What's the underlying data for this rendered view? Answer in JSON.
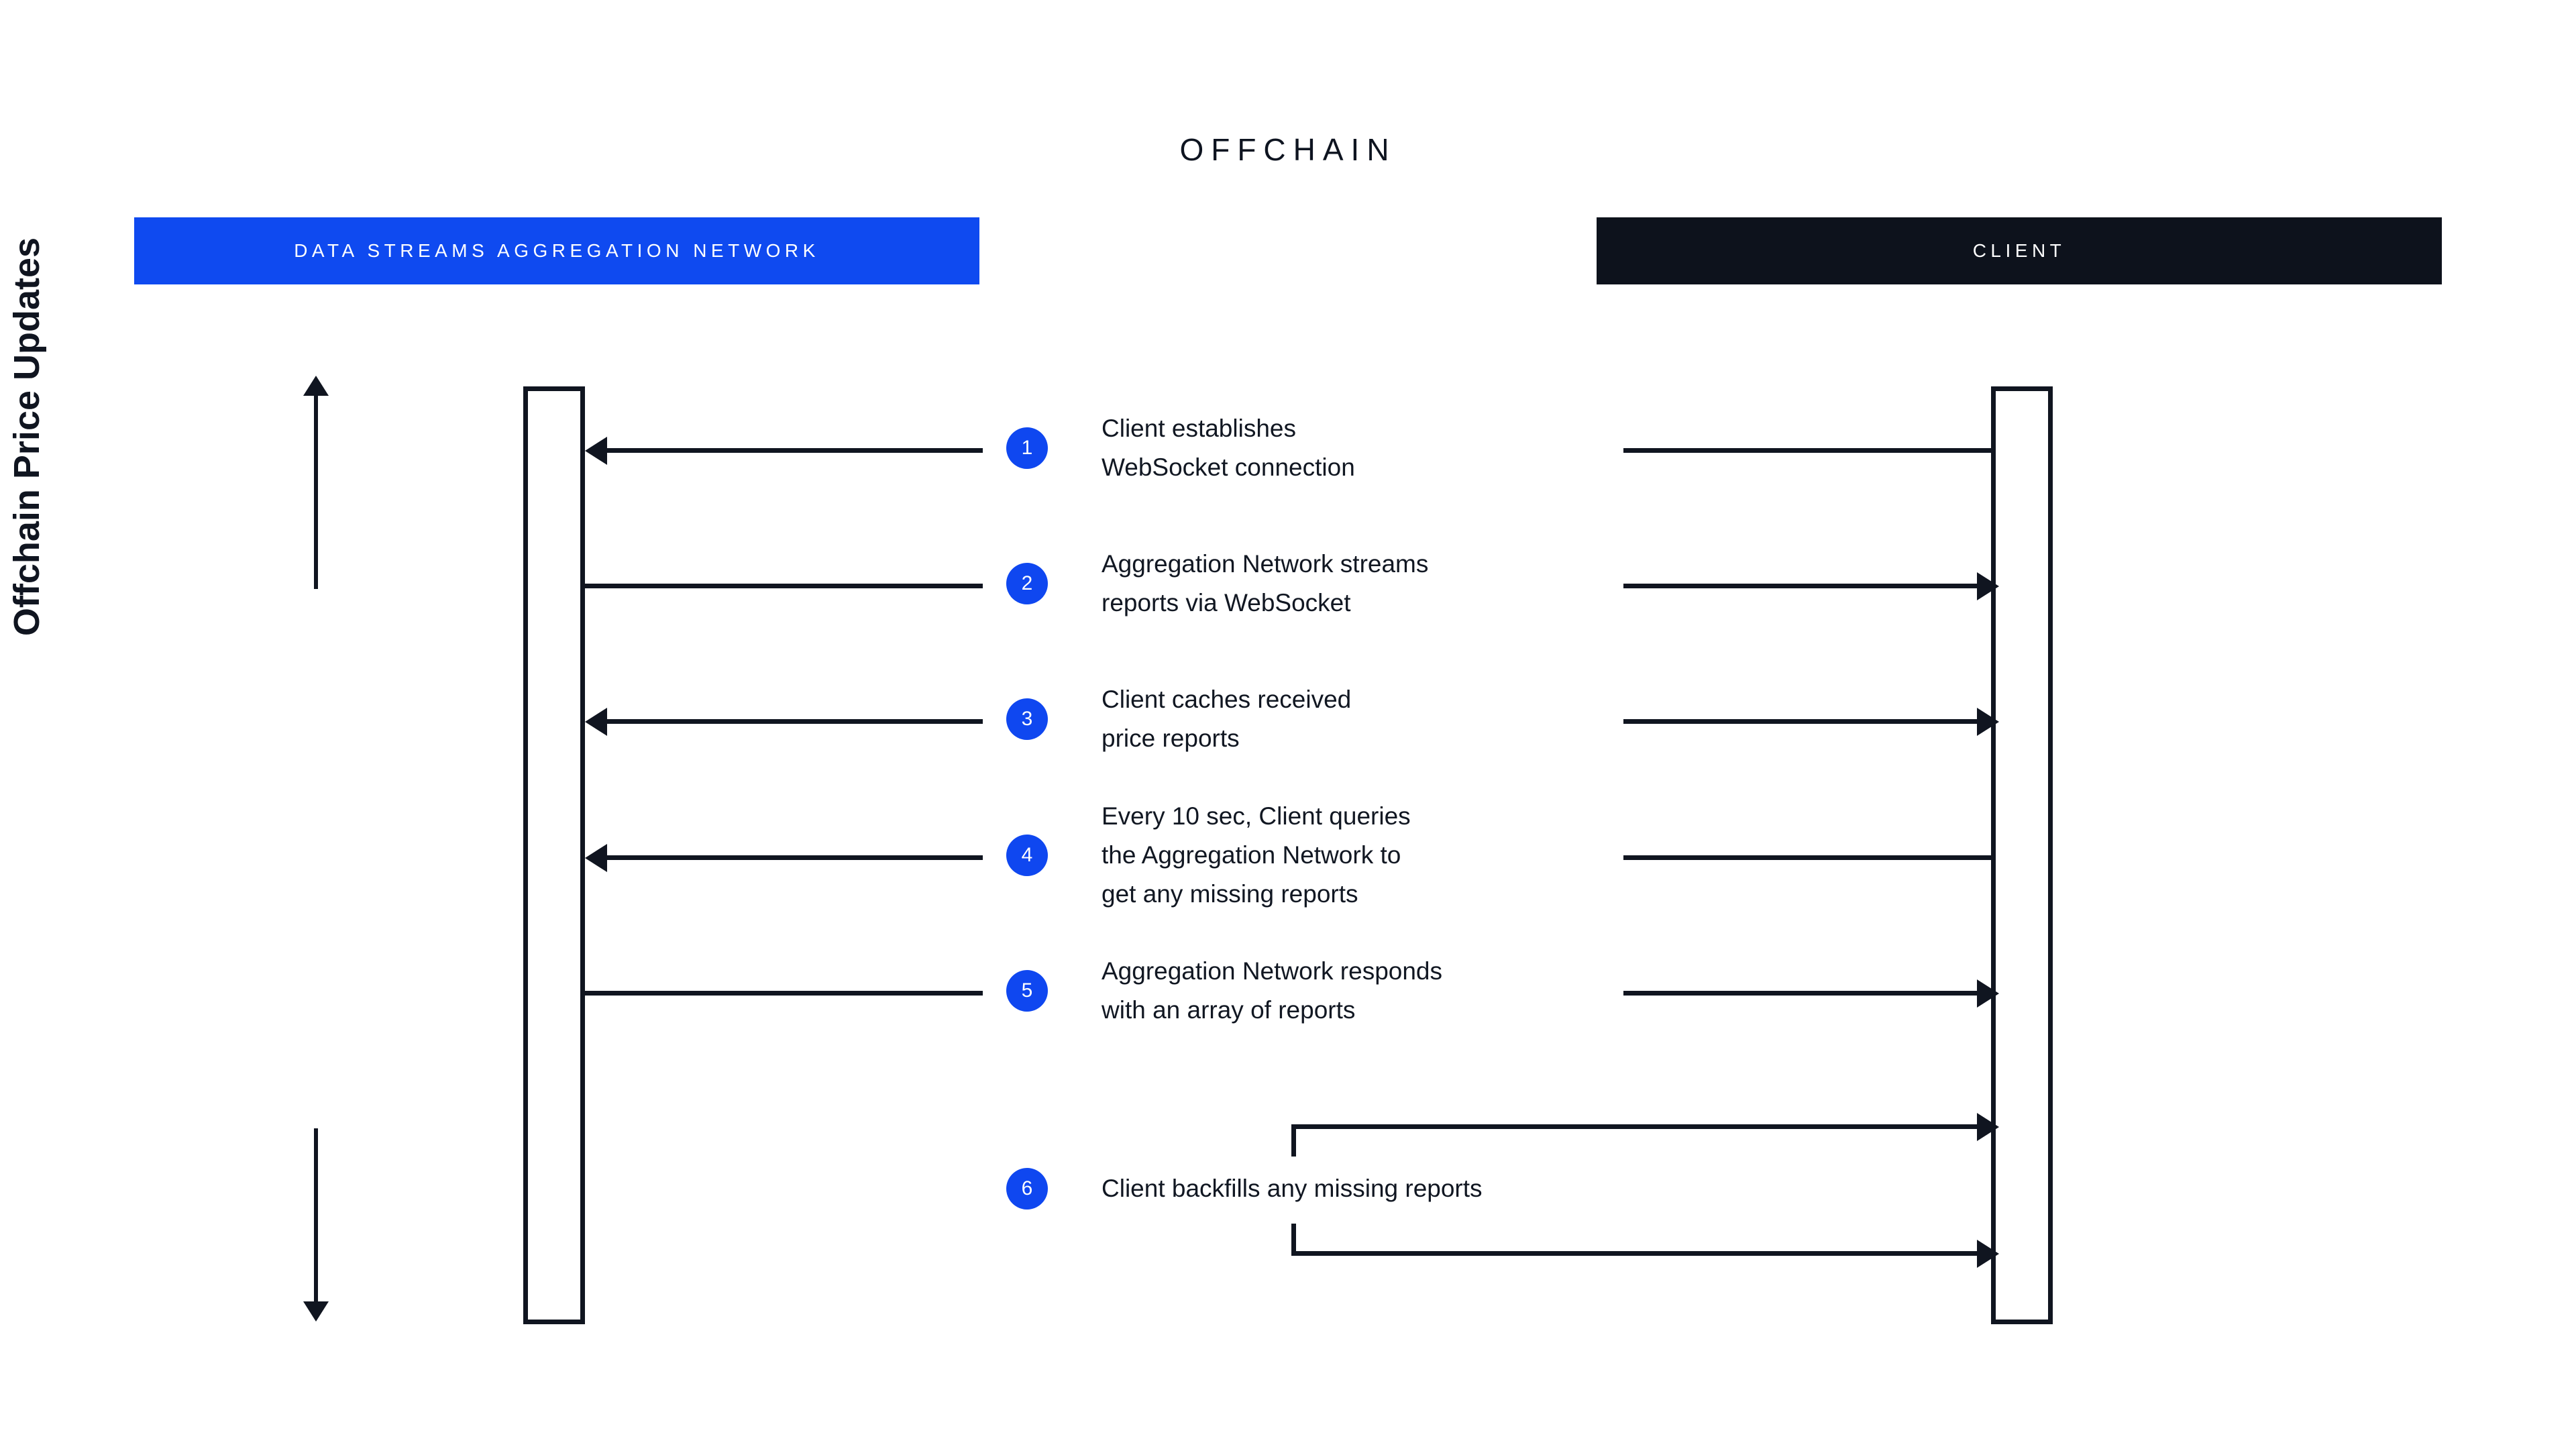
{
  "diagram": {
    "title": "OFFCHAIN",
    "vertical_axis_label": "Offchain Price Updates",
    "colors": {
      "brand_blue": "#0F47F0",
      "dark_navy": "#0D121C",
      "line": "#101520",
      "background": "#FFFFFF",
      "text": "#111722"
    },
    "actors": [
      {
        "id": "network",
        "label": "DATA STREAMS AGGREGATION NETWORK",
        "bar_color": "#0F47F0"
      },
      {
        "id": "client",
        "label": "CLIENT",
        "bar_color": "#0D121C"
      }
    ],
    "steps": [
      {
        "number": "1",
        "text": "Client establishes\nWebSocket connection",
        "left_arrow": "left",
        "right_arrow": "none"
      },
      {
        "number": "2",
        "text": "Aggregation Network streams\nreports via WebSocket",
        "left_arrow": "none",
        "right_arrow": "right"
      },
      {
        "number": "3",
        "text": "Client caches received\nprice reports",
        "left_arrow": "left",
        "right_arrow": "right"
      },
      {
        "number": "4",
        "text": "Every 10 sec, Client queries\nthe Aggregation Network to\nget any missing reports",
        "left_arrow": "left",
        "right_arrow": "none"
      },
      {
        "number": "5",
        "text": "Aggregation Network responds\nwith an array of reports",
        "left_arrow": "none",
        "right_arrow": "right"
      },
      {
        "number": "6",
        "text": "Client backfills any missing reports",
        "left_arrow": "none",
        "right_arrow": "self"
      }
    ]
  }
}
